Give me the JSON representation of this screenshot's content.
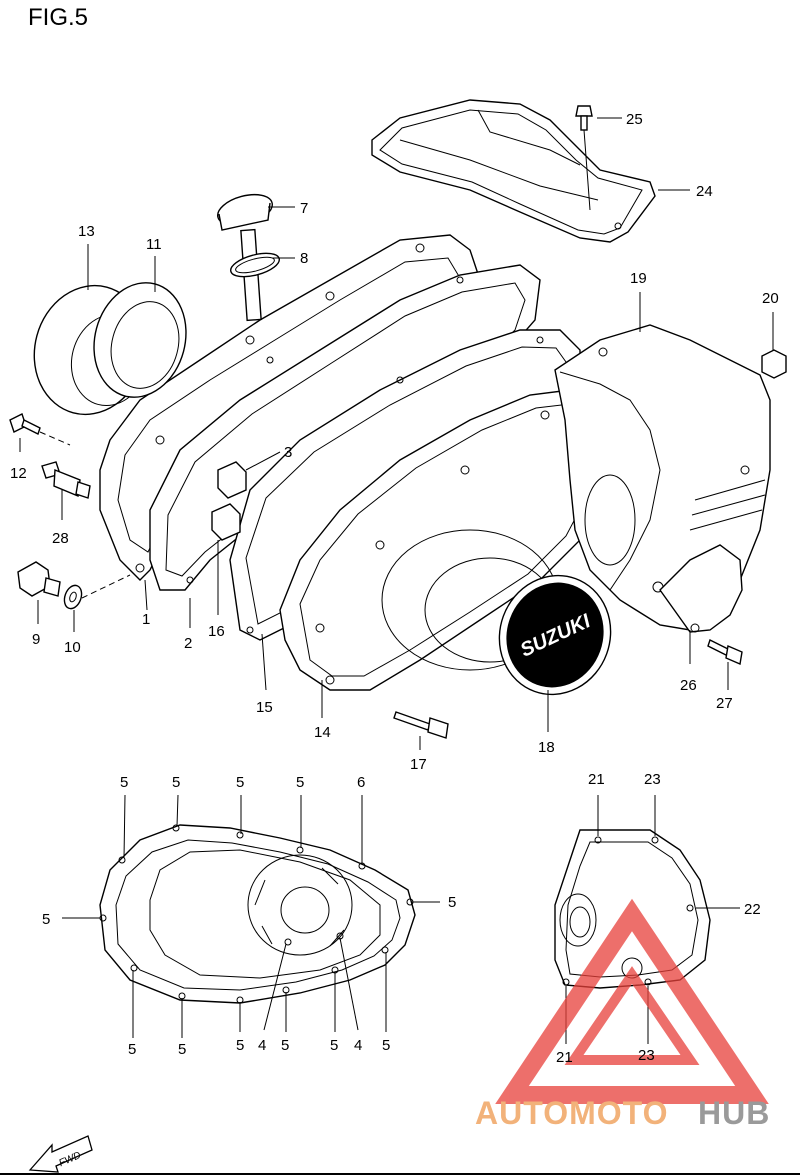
{
  "figure_title": "FIG.5",
  "badge_text": "SUZUKI",
  "fwd_label": "FWD",
  "watermark": {
    "brand_a": "AUTOMOTO",
    "brand_b": "HUB",
    "color_a": "#f2b27a",
    "color_b": "#9a9a9a",
    "logo_color": "#e8403a"
  },
  "callouts": {
    "c1": "1",
    "c2": "2",
    "c3": "3",
    "c7": "7",
    "c8": "8",
    "c9": "9",
    "c10": "10",
    "c11": "11",
    "c12": "12",
    "c13": "13",
    "c14": "14",
    "c15": "15",
    "c16": "16",
    "c17": "17",
    "c18": "18",
    "c19": "19",
    "c20": "20",
    "c24": "24",
    "c25": "25",
    "c26": "26",
    "c27": "27",
    "c28": "28",
    "g5a": "5",
    "g5b": "5",
    "g5c": "5",
    "g5d": "5",
    "g6": "6",
    "g5e": "5",
    "g5f": "5",
    "g5g": "5",
    "g5h": "5",
    "g5i": "5",
    "g4a": "4",
    "g5j": "5",
    "g5k": "5",
    "g4b": "4",
    "g5l": "5",
    "p21a": "21",
    "p23a": "23",
    "p22": "22",
    "p21b": "21",
    "p23b": "23"
  }
}
